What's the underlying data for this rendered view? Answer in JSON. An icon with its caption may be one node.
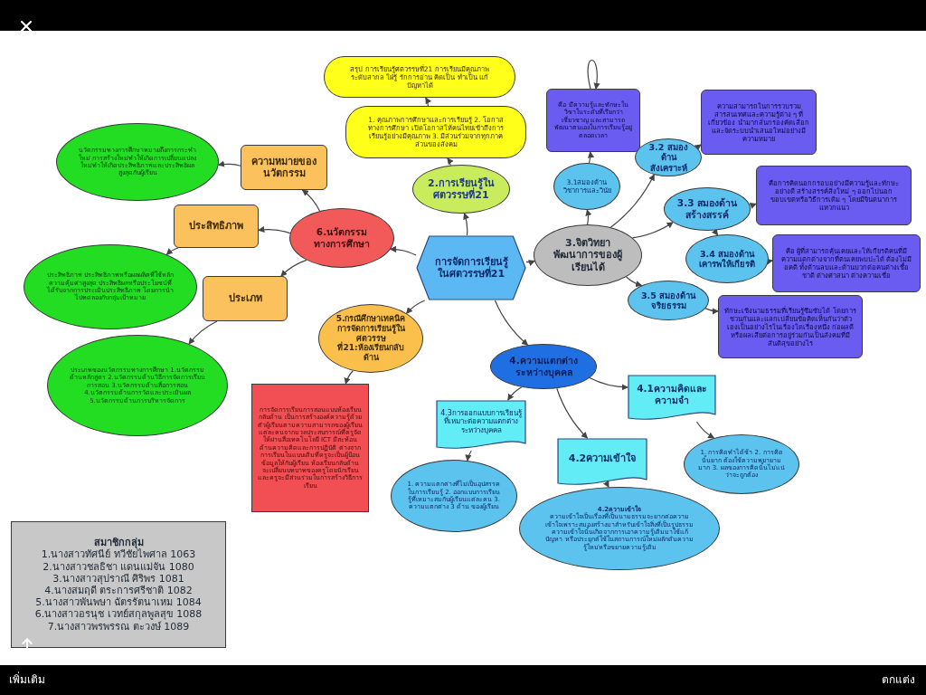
{
  "diagram": {
    "nodes": [
      {
        "text": [
          "การจัดการเรียนรู้ในศตวรรษที่21"
        ]
      },
      {
        "text": [
          "2.การเรียนรู้ในศตวรรษที่21"
        ]
      },
      {
        "text": [
          "1. คุณภาพการศึกษาและการเรียนรู้ 2. โอกาสทางการศึกษา เปิดโอกาสให้คนไทยเข้าถึงการเรียนรู้อย่างมีคุณภาพ 3. มีส่วนร่วมจากทุกภาคส่วนของสังคม"
        ]
      },
      {
        "text": [
          "สรุป การเรียนรู้ศตวรรษที่21 การเรียนมีคุณภาพระดับสากล ใฝ่รู้ รักการอ่าน คิดเป็น ทำเป็น แก้ปัญหาได้"
        ]
      },
      {
        "text": [
          "3.จิตวิทยาพัฒนาการของผู้เรียนได้"
        ]
      },
      {
        "text": [
          "3.1สมองด้านวิชาการและวินัย"
        ]
      },
      {
        "text": [
          "คือ มีความรู้และทักษะในวิชาในระดับที่เรียกว่าเชี่ยวชาญ และสามารถพัฒนาตนเองในการเรียนรู้อยู่ตลอดเวลา"
        ]
      },
      {
        "text": [
          "3.2 สมองด้านสังเคราะห์"
        ]
      },
      {
        "text": [
          "ความสามารถในการรวบรวมสารสนเทศและความรู้ต่าง ๆ ที่เกี่ยวข้อง นำมากลั่นกรองคัดเลือก และจัดระบบนำเสนอใหม่อย่างมีความหมาย"
        ]
      },
      {
        "text": [
          "3.3 สมองด้านสร้างสรรค์"
        ]
      },
      {
        "text": [
          "คือการคิดนอกกรอบอย่างมีความรู้และทักษะอย่างดี สร้างสรรค์สิ่งใหม่ ๆ ออกไปนอกขอบเขตหรือวิธีการเดิม ๆ โดยมีจินตนาการแหวกแนว"
        ]
      },
      {
        "text": [
          "3.4 สมองด้านเคารพให้เกียรติ"
        ]
      },
      {
        "text": [
          "คือ ผู้ที่สามารถคุ้นเคยและให้เกียรติคนที่มีความแตกต่างจากที่ตนเคยพบปะได้ ต้องไม่มีอคติ ทั้งด้านลบและด้านบวกต่อคนต่างเชื้อชาติ ต่างศาสนา ต่างความเชื่อ"
        ]
      },
      {
        "text": [
          "3.5 สมองด้านจริยธรรม"
        ]
      },
      {
        "text": [
          "ทักษะเชิงนามธรรมที่เรียนรู้ซึมซับได้ โดยการชวนกันและแลกเปลี่ยนข้อคิดเห็นกันว่าตัวเองเป็นอย่างไรในเรื่องใดเรื่องหนึ่ง ก่อผลดีหรือผลเสียต่อการอยู่ร่วมกันเป็นสังคมที่มีสันติสุขอย่างไร"
        ]
      },
      {
        "text": [
          "4.ความแตกต่างระหว่างบุคคล"
        ]
      },
      {
        "text": [
          "4.1ความคิดและความจำ"
        ]
      },
      {
        "text": [
          "1. การคิดทำได้ช้า 2. การคิดนั้นยาก ต้องใช้ความพยายามมาก 3. ผลของการคิดนั้นไม่แน่ว่าจะถูกต้อง"
        ]
      },
      {
        "text": [
          "4.2ความเข้าใจ"
        ]
      },
      {
        "text": [
          "4.2ความเข้าใจ",
          "ความเข้าใจเป็นเรื่องที่เป็นนามธรรมจะยากต่อความเข้าใจเพราะสมองสร้างมาสำหรับเข้าใจสิ่งที่เป็นรูปธรรม ความเข้าใจนั้นเกิดจากการเอาความรู้เดิมมาใช้แก้ปัญหา หรือประยุกต์ใช้ในสถานการณ์ใหม่ผลักดันความรู้ใหม่หรือขยายความรู้เดิม"
        ]
      },
      {
        "text": [
          "4.3การออกแบบการเรียนรู้ที่เหมาะต่อความแตกต่างระหว่างบุคคล"
        ]
      },
      {
        "text": [
          "1. ความแตกต่างที่ไม่เป็นอุปสรรคในการเรียนรู้ 2. ออกแบบการเรียนรู้ที่เหมาะสมกับผู้เรียนแต่ละคน 3. ความแตกต่าง 3 ด้าน ของผู้เรียน"
        ]
      },
      {
        "text": [
          "5.กรณีศึกษาเทคนิคการจัดการเรียนรู้ในศตวรรษที่21:ห้องเรียนกลับด้าน"
        ]
      },
      {
        "text": [
          "การจัดการเรียนการสอนแบบห้องเรียนกลับด้าน เป็นการสร้างองค์ความรู้ด้วยตัวผู้เรียนตามความสามารถของผู้เรียนแต่ละคนจากมวลประสบการณ์ที่ครูจัดให้ผ่านสื่อเทคโนโลยี ICT มีสะท้อนด้านความคิดและการปฏิบัติ ต่างจากการเรียนในแบบเดิมที่ครูจะเป็นผู้ป้อนข้อมูลให้กับผู้เรียน ห้องเรียนกลับด้านจะเปลี่ยนบทบาทของครูโดยนักเรียนและครูจะมีส่วนร่วมในการสร้างวิธีการเรียน"
        ]
      },
      {
        "text": [
          "6.นวัตกรรมทางการศึกษา"
        ]
      },
      {
        "text": [
          "ความหมายของนวัตกรรม"
        ]
      },
      {
        "text": [
          "นวัตกรรมทางการศึกษาหมายถึงการกระทำใหม่ การสร้างใหม่ทำให้เกิดการเปลี่ยนแปลงใหม่ทำให้เกิดประสิทธิภาพและประสิทธิผลสูงสุดกับผู้เรียน"
        ]
      },
      {
        "text": [
          "ประสิทธิภาพ"
        ]
      },
      {
        "text": [
          "ประสิทธิภาพ ประสิทธิภาพหรือผลผลิตที่ใช้หลักความคุ้มค่าสูงสุด ประสิทธิผลหรือประโยชน์ที่ได้รับจากการประเมินประสิทธิภาพ โดยการนำไปทดลองกับกลุ่มเป้าหมาย"
        ]
      },
      {
        "text": [
          "ประเภท"
        ]
      },
      {
        "text": [
          "ประเภทของนวัตกรรมทางการศึกษา 1.นวัตกรรมด้านหลักสูตร 2.นวัตกรรมด้านวิธีการจัดการเรียนการสอน 3.นวัตกรรมด้านสื่อการสอน 4.นวัตกรรมด้านการวัดและประเมินผล 5.นวัตกรรมด้านการบริหารจัดการ"
        ]
      },
      {
        "text": [
          "สมาชิกกลุ่ม",
          "1.นางสาวทัศนีย์ ทวีชัยไพศาล 1063",
          "2.นางสาวชลธิชา แดนแม่จัน 1080",
          "3.นางสาวสุปราณี ศิริพร 1081",
          "4.นางสมฤดี ตระการศรีชาติ 1082",
          "5.นางสาวพันพษา ฉัตรรัตนาเหม 1084",
          "6.นางสาวอรนุช เวทย์สกุลพูลสุข 1088",
          "7.นางสาวพรพรรณ ตะวงษ์ 1089"
        ]
      }
    ],
    "edges": [
      {
        "from": 0,
        "to": 1,
        "arrow": "to"
      },
      {
        "from": 1,
        "to": 2,
        "arrow": "to"
      },
      {
        "from": 2,
        "to": 3,
        "arrow": "to"
      },
      {
        "from": 0,
        "to": 4,
        "arrow": "to"
      },
      {
        "from": 4,
        "to": 5,
        "arrow": "to"
      },
      {
        "from": 5,
        "to": 6,
        "arrow": "to"
      },
      {
        "from": 6,
        "to": 6,
        "arrow": "to"
      },
      {
        "from": 4,
        "to": 7,
        "arrow": "to"
      },
      {
        "from": 7,
        "to": 8,
        "arrow": "to"
      },
      {
        "from": 4,
        "to": 9,
        "arrow": "to"
      },
      {
        "from": 9,
        "to": 10,
        "arrow": "to"
      },
      {
        "from": 9,
        "to": 11,
        "arrow": "to"
      },
      {
        "from": 11,
        "to": 12,
        "arrow": "to"
      },
      {
        "from": 4,
        "to": 13,
        "arrow": "to"
      },
      {
        "from": 13,
        "to": 14,
        "arrow": "to"
      },
      {
        "from": 0,
        "to": 15,
        "arrow": "to"
      },
      {
        "from": 15,
        "to": 16,
        "arrow": "to"
      },
      {
        "from": 16,
        "to": 17,
        "arrow": "to"
      },
      {
        "from": 15,
        "to": 18,
        "arrow": "to"
      },
      {
        "from": 18,
        "to": 19,
        "arrow": "to"
      },
      {
        "from": 15,
        "to": 20,
        "arrow": "to"
      },
      {
        "from": 20,
        "to": 21,
        "arrow": "to"
      },
      {
        "from": 0,
        "to": 22,
        "arrow": "to"
      },
      {
        "from": 22,
        "to": 23,
        "arrow": "to"
      },
      {
        "from": 0,
        "to": 24,
        "arrow": "to"
      },
      {
        "from": 24,
        "to": 25,
        "arrow": "to"
      },
      {
        "from": 25,
        "to": 26,
        "arrow": "to"
      },
      {
        "from": 24,
        "to": 27,
        "arrow": "to"
      },
      {
        "from": 27,
        "to": 28,
        "arrow": "to"
      },
      {
        "from": 24,
        "to": 29,
        "arrow": "to"
      },
      {
        "from": 29,
        "to": 30,
        "arrow": "to"
      }
    ],
    "labels": [
      "เพิ่มเติม",
      "ตกแต่ง"
    ]
  }
}
